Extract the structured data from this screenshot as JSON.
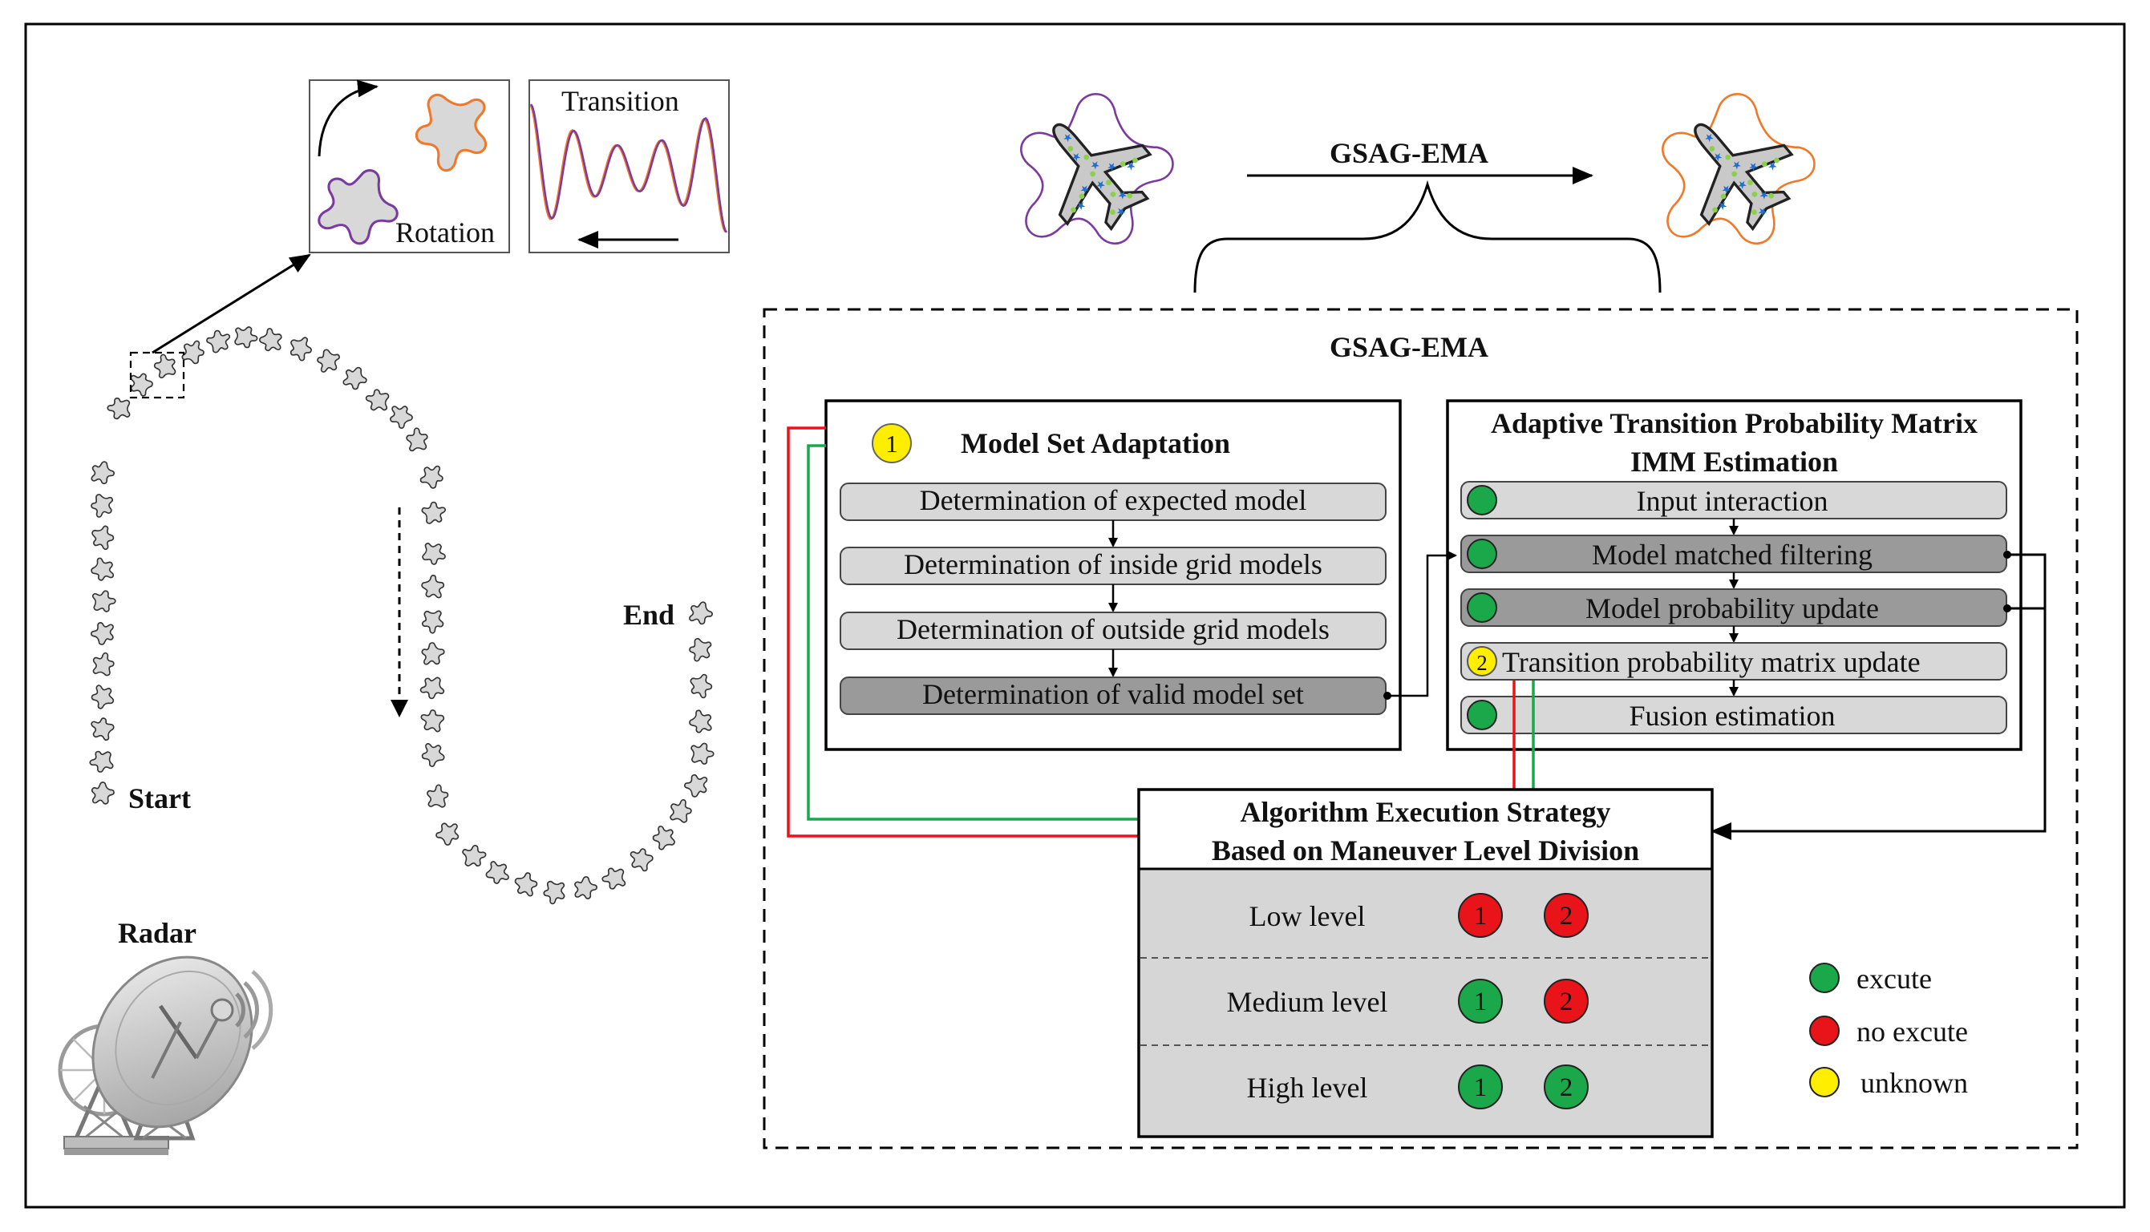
{
  "trajectory": {
    "start_label": "Start",
    "end_label": "End",
    "radar_label": "Radar"
  },
  "inset": {
    "rotation_label": "Rotation",
    "transition_label": "Transition"
  },
  "top": {
    "arrow_label": "GSAG-EMA"
  },
  "framework": {
    "title": "GSAG-EMA",
    "model_set": {
      "badge": "1",
      "title": "Model Set Adaptation",
      "steps": [
        "Determination of  expected model",
        "Determination of inside grid models",
        "Determination of outside grid models",
        "Determination of  valid model set"
      ]
    },
    "atpm": {
      "title_line1": "Adaptive Transition Probability Matrix",
      "title_line2": "IMM Estimation",
      "steps": [
        "Input interaction",
        "Model matched filtering",
        "Model probability update",
        "Transition probability matrix update",
        "Fusion estimation"
      ],
      "step4_badge": "2"
    },
    "strategy": {
      "title_line1": "Algorithm Execution Strategy",
      "title_line2": "Based on Maneuver Level Division",
      "rows": [
        {
          "level": "Low level",
          "b1": "1",
          "b2": "2",
          "c1": "#e8141a",
          "c2": "#e8141a"
        },
        {
          "level": "Medium level",
          "b1": "1",
          "b2": "2",
          "c1": "#1aa84a",
          "c2": "#e8141a"
        },
        {
          "level": "High level",
          "b1": "1",
          "b2": "2",
          "c1": "#1aa84a",
          "c2": "#1aa84a"
        }
      ]
    }
  },
  "legend": {
    "items": [
      {
        "label": "excute",
        "color": "#1aa84a"
      },
      {
        "label": "no excute",
        "color": "#e8141a"
      },
      {
        "label": "unknown",
        "color": "#ffee00"
      }
    ]
  },
  "colors": {
    "green": "#1aa84a",
    "red": "#e8141a",
    "yellow": "#ffee00",
    "orange": "#f07828",
    "purple": "#7a3aa0",
    "box_light": "#d8d8d8",
    "box_dark": "#9a9a9a"
  },
  "icons": [
    "airplane-icon",
    "radar-dish-icon",
    "target-shape-icon",
    "waveform-icon"
  ]
}
